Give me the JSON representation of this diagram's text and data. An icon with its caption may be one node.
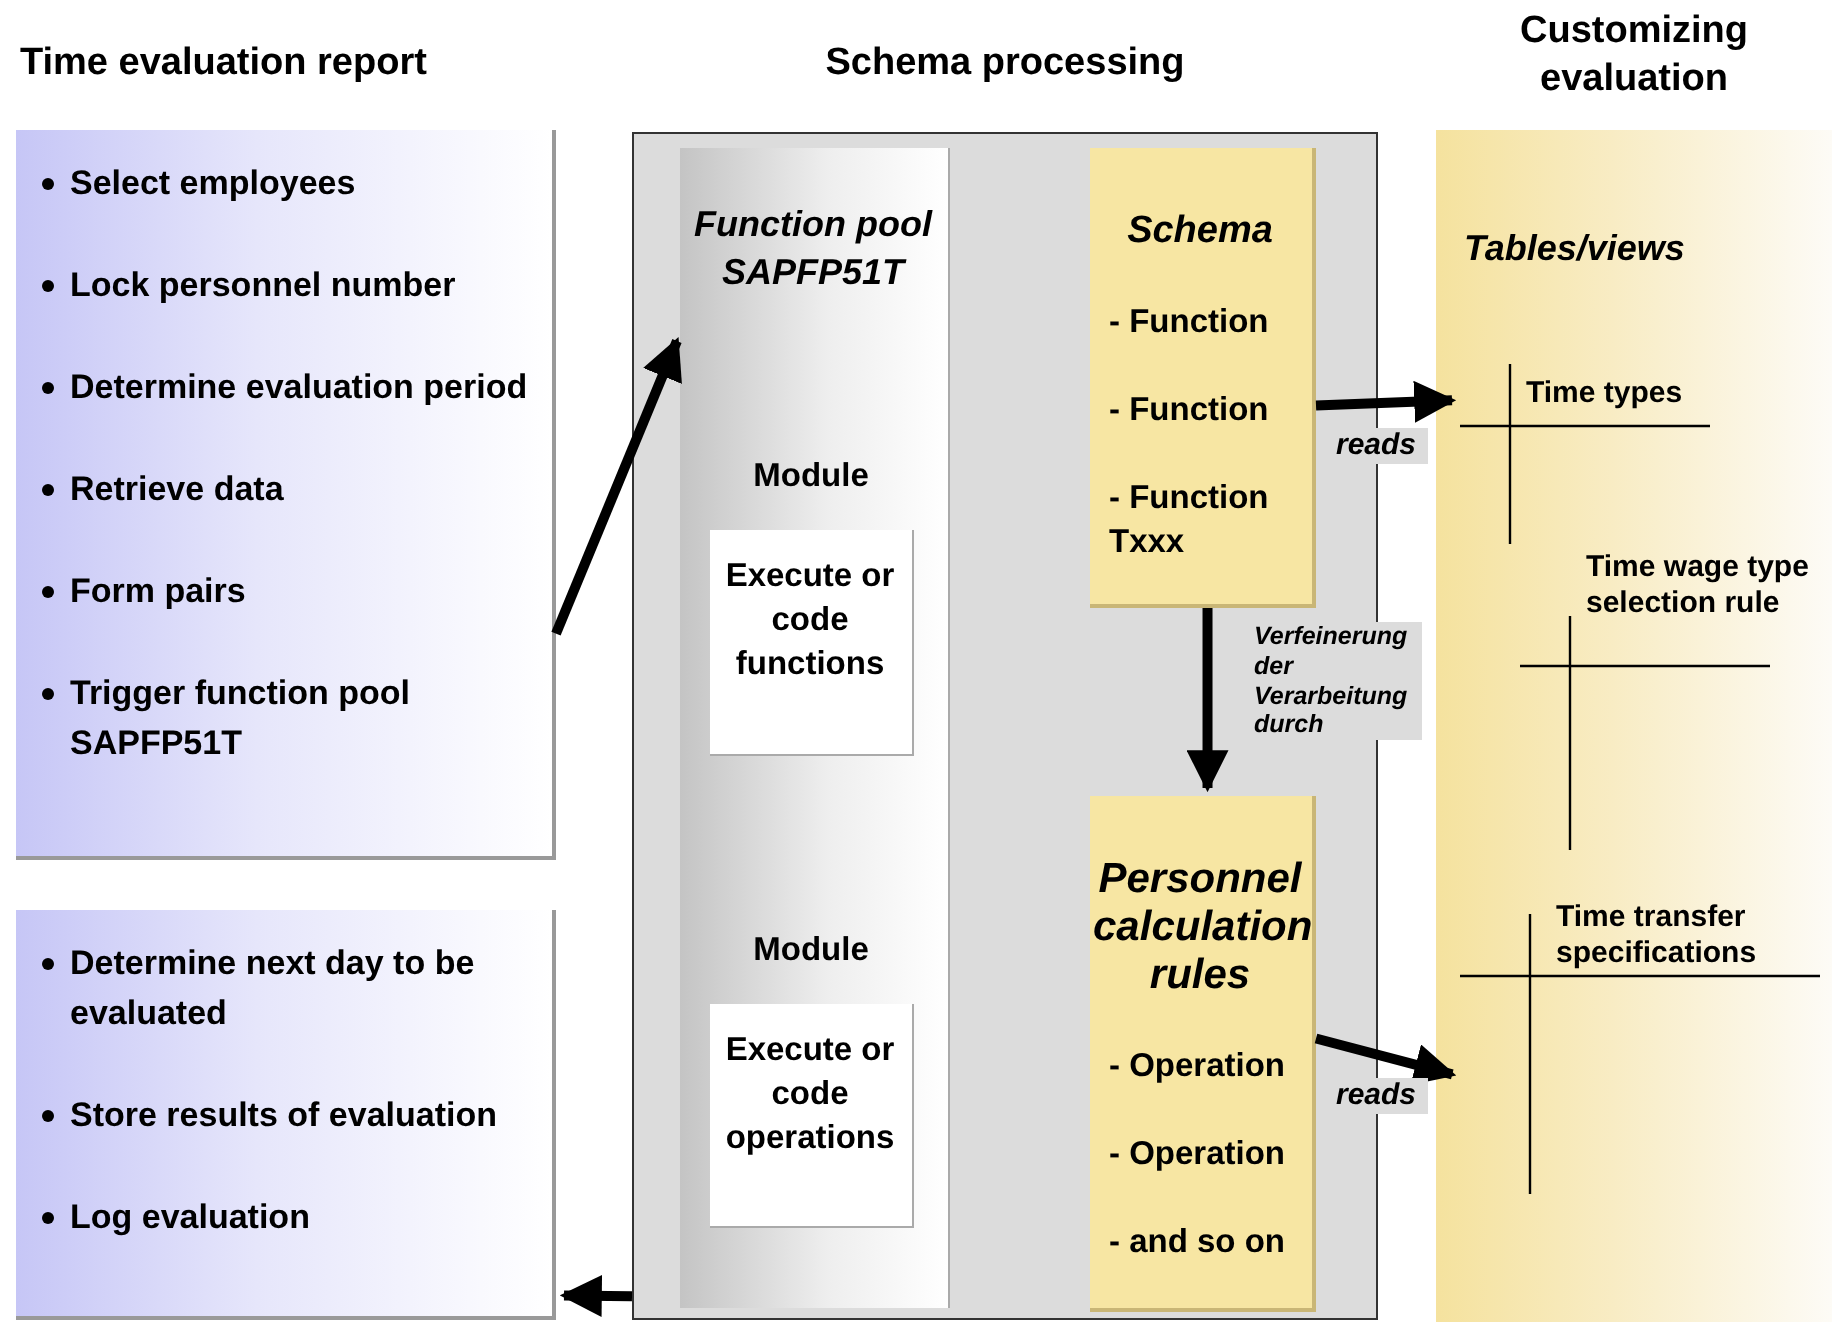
{
  "diagram": {
    "nodes": [
      {
        "text": [
          "Time evaluation report",
          "Select employees",
          "Lock personnel number",
          "Determine evaluation period",
          "Retrieve data",
          "Form pairs",
          "Trigger function pool SAPFP51T"
        ]
      },
      {
        "text": [
          "Determine next day to be evaluated",
          "Store results of evaluation",
          "Log evaluation"
        ]
      },
      {
        "text": [
          "Schema processing"
        ]
      },
      {
        "text": [
          "Function pool SAPFP51T"
        ],
        "in": 2
      },
      {
        "text": [
          "Module",
          "Execute or code functions"
        ],
        "in": 3
      },
      {
        "text": [
          "Module",
          "Execute or code operations"
        ],
        "in": 3
      },
      {
        "text": [
          "Schema",
          "- Function",
          "- Function",
          "- Function Txxx"
        ],
        "in": 2
      },
      {
        "text": [
          "Personnel calculation rules",
          "- Operation",
          "- Operation",
          "- and so on"
        ],
        "in": 2
      },
      {
        "text": [
          "Customizing evaluation",
          "Tables/views"
        ]
      },
      {
        "text": [
          "Time types"
        ],
        "in": 8
      },
      {
        "text": [
          "Time wage type selection rule"
        ],
        "in": 8
      },
      {
        "text": [
          "Time transfer specifications"
        ],
        "in": 8
      }
    ],
    "edges": [
      {
        "from": 0,
        "to": 3,
        "arrow": "to"
      },
      {
        "from": 6,
        "to": 9,
        "arrow": "to",
        "label": "reads"
      },
      {
        "from": 6,
        "to": 7,
        "arrow": "to",
        "label": "Verfeinerung der Verarbeitung durch"
      },
      {
        "from": 7,
        "to": 11,
        "arrow": "to",
        "label": "reads"
      },
      {
        "from": 2,
        "to": 1,
        "arrow": "to"
      }
    ]
  }
}
